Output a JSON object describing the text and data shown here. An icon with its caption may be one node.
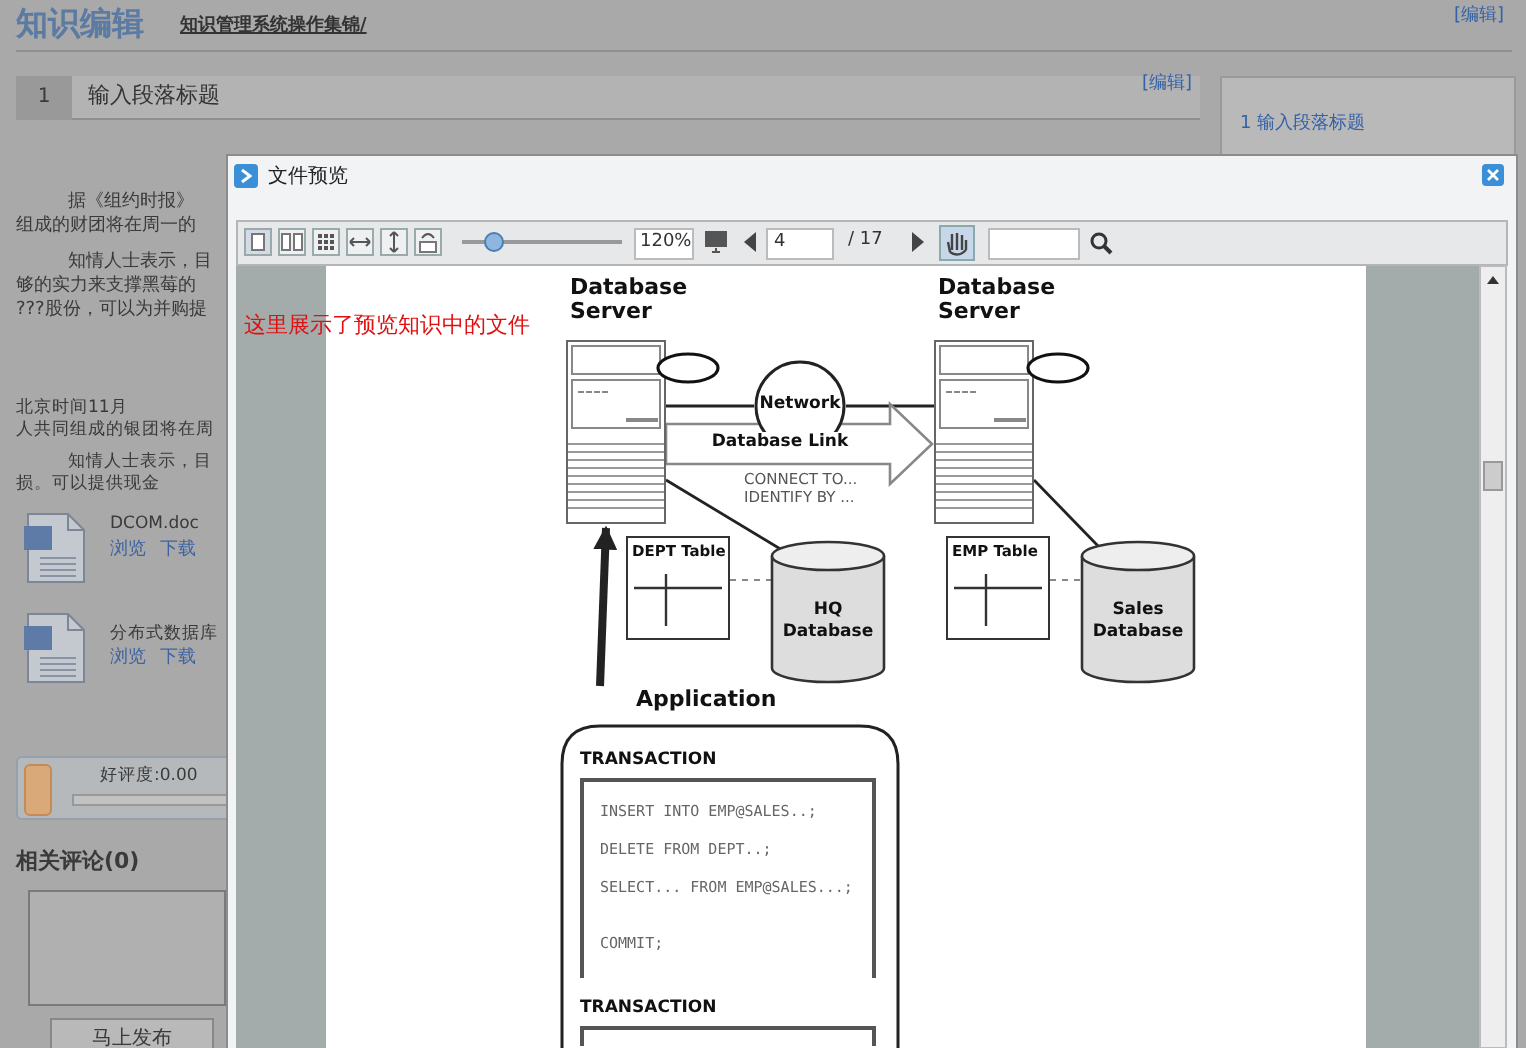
{
  "diagram": {
    "nodes": [
      {
        "text": [
          "Database Server"
        ]
      },
      {
        "text": [],
        "shape": "ellipse"
      },
      {
        "text": [
          "Network"
        ]
      },
      {
        "text": [
          "Database Server"
        ]
      },
      {
        "text": [],
        "shape": "ellipse"
      },
      {
        "text": [
          "DEPT Table"
        ]
      },
      {
        "text": [
          "HQ Database"
        ]
      },
      {
        "text": [
          "EMP Table"
        ]
      },
      {
        "text": [
          "Sales Database"
        ]
      },
      {
        "text": [
          "Application"
        ]
      },
      {
        "text": [
          "TRANSACTION",
          "INSERT INTO EMP@SALES..;",
          "DELETE FROM DEPT..;",
          "SELECT... FROM EMP@SALES...;",
          "COMMIT;"
        ],
        "in": 9
      },
      {
        "text": [
          "TRANSACTION"
        ],
        "in": 9
      }
    ],
    "edges": [
      {
        "from": 0,
        "to": 2,
        "arrow": "none"
      },
      {
        "from": 2,
        "to": 3,
        "arrow": "none"
      },
      {
        "from": 0,
        "to": 3,
        "arrow": "to",
        "label": "Database Link"
      },
      {
        "from": 0,
        "to": 6,
        "arrow": "none"
      },
      {
        "from": 3,
        "to": 8,
        "arrow": "none"
      },
      {
        "from": 5,
        "to": 6,
        "arrow": "none",
        "style": "dashed",
        "color": "#888888"
      },
      {
        "from": 7,
        "to": 8,
        "arrow": "none",
        "style": "dashed",
        "color": "#888888"
      },
      {
        "from": 9,
        "to": 0,
        "arrow": "to",
        "style": "thick"
      }
    ],
    "labels": [
      "知识编辑",
      "知识管理系统操作集锦/",
      "[编辑]",
      "1",
      "输入段落标题",
      "[编辑]",
      "1 输入段落标题",
      "据《组约时报》",
      "组成的财团将在周一的",
      "知情人士表示，目",
      "够的实力来支撑黑莓的",
      "???股份，可以为并购提",
      "北京时间11月",
      "人共同组成的银团将在周",
      "知情人士表示，目",
      "损。可以提供现金",
      "DCOM.doc",
      "浏览",
      "下载",
      "分布式数据库",
      "浏览",
      "下载",
      "好评度:0.00",
      "相关评论(0)",
      "马上发布",
      "文件预览",
      "120%",
      "4",
      "/ 17",
      "这里展示了预览知识中的文件",
      "CONNECT TO... IDENTIFY BY ..."
    ]
  }
}
